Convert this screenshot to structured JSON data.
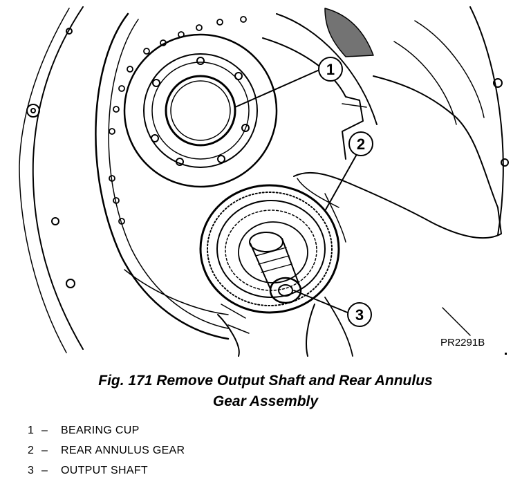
{
  "figure": {
    "callouts": [
      "1",
      "2",
      "3"
    ],
    "code": "PR2291B"
  },
  "caption": {
    "line1": "Fig. 171 Remove Output Shaft and Rear Annulus",
    "line2": "Gear Assembly"
  },
  "legend": [
    {
      "num": "1",
      "dash": "–",
      "label": "BEARING CUP"
    },
    {
      "num": "2",
      "dash": "–",
      "label": "REAR ANNULUS GEAR"
    },
    {
      "num": "3",
      "dash": "–",
      "label": "OUTPUT SHAFT"
    }
  ]
}
